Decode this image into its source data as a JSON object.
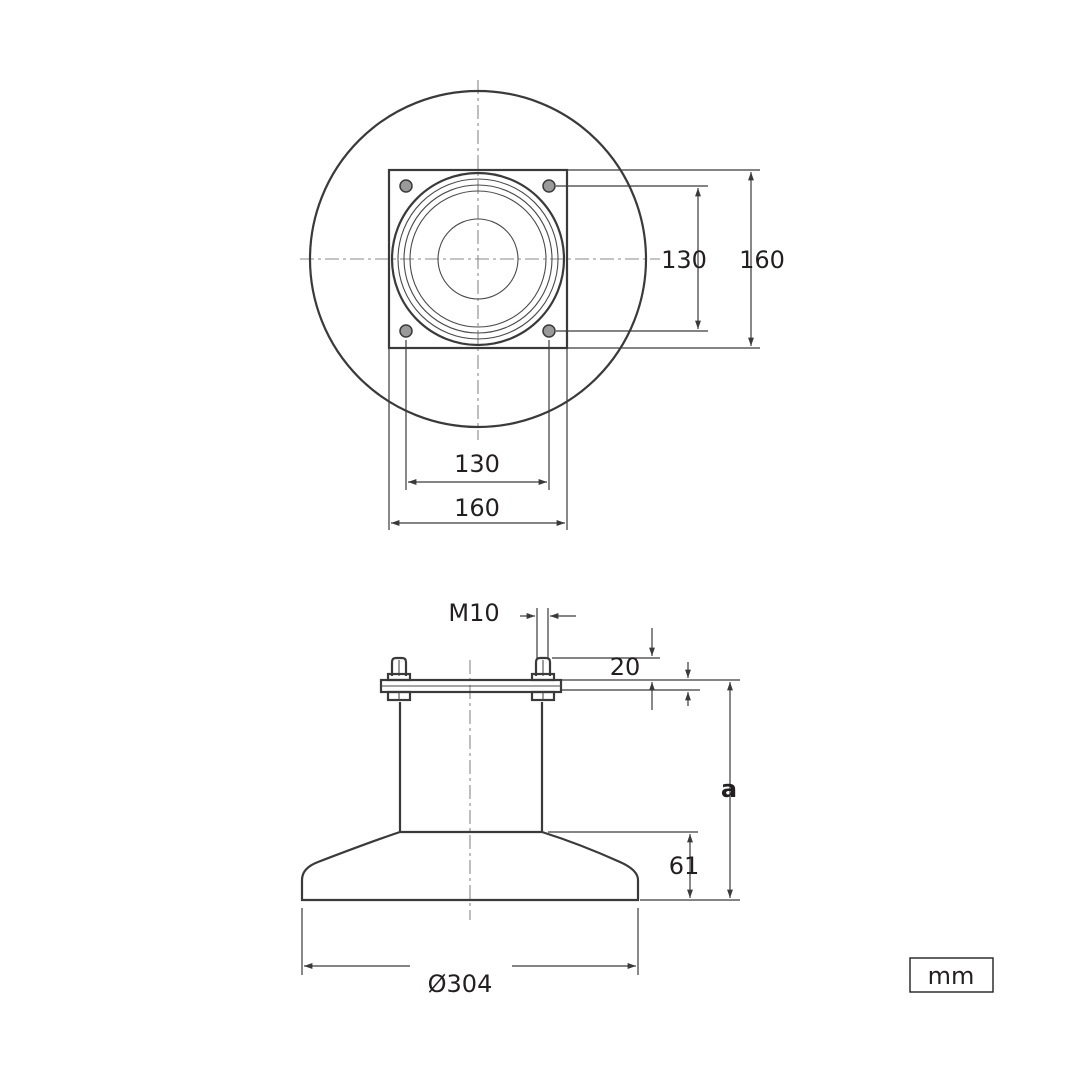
{
  "top_view": {
    "dim_bolt_spacing_vertical": "130",
    "dim_plate_vertical": "160",
    "dim_bolt_spacing_horizontal": "130",
    "dim_plate_horizontal": "160"
  },
  "side_view": {
    "thread": "M10",
    "dim_plate_thickness": "20",
    "dim_height": "a",
    "dim_base_height": "61",
    "dim_base_diameter": "Ø304"
  },
  "unit": "mm"
}
